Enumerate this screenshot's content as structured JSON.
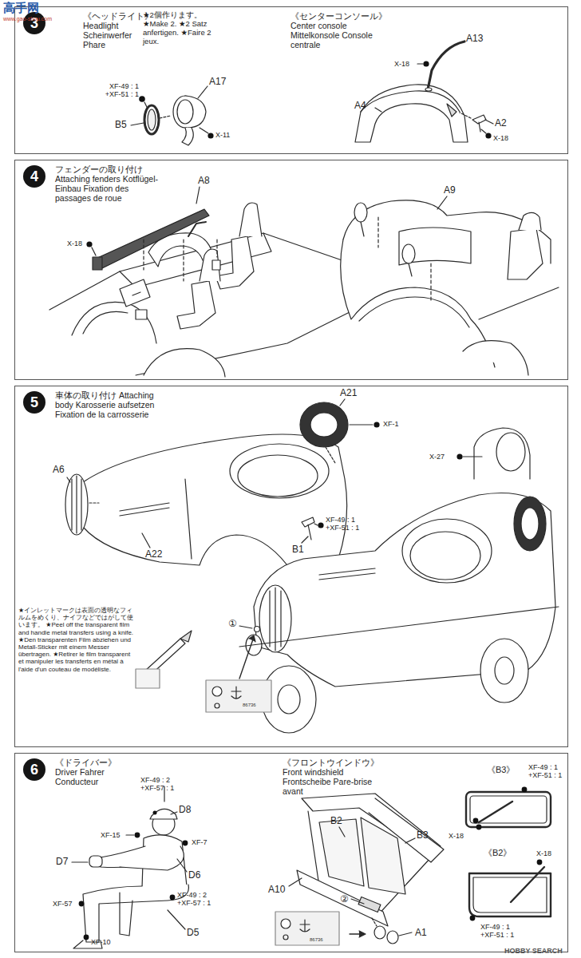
{
  "diagram": {
    "nodes": [
      {
        "text": [
          "《ヘッドライト》 Headlight Scheinwerfer Phare",
          "★2個作ります。 ★Make 2. ★2 Satz anfertigen. ★Faire 2 jeux.",
          "《センターコンソール》 Center console Mittelkonsole Console centrale"
        ]
      },
      {
        "text": [
          "3"
        ],
        "in": 0
      },
      {
        "text": [
          "フェンダーの取り付け Attaching fenders Kotflügel-Einbau Fixation des passages de roue"
        ]
      },
      {
        "text": [
          "4"
        ],
        "in": 2
      },
      {
        "text": [
          "車体の取り付け Attaching body Karosserie aufsetzen Fixation de la carrosserie",
          "★インレットマークは表面の透明なフィルムをめくり、ナイフなどではがして使います。 ★Peel off the transparent film and handle metal transfers using a knife. ★Den transparenten Film abziehen und Metall-Sticker mit einem Messer übertragen. ★Retirer le film transparent et manipuler les transferts en métal à l'aide d'un couteau de modéliste."
        ]
      },
      {
        "text": [
          "5"
        ],
        "in": 4
      },
      {
        "text": [
          "《ドライバー》 Driver Fahrer Conducteur",
          "《フロントウインドウ》 Front windshield Frontscheibe Pare-brise avant"
        ]
      },
      {
        "text": [
          "6"
        ],
        "in": 6
      }
    ],
    "labels": [
      "高手网",
      "www.gao-shou.com",
      "XF-49 : 1 +XF-51 : 1",
      "B5",
      "A17",
      "X-11",
      "A13",
      "X-18",
      "A4",
      "A2",
      "X-18",
      "A8",
      "X-18",
      "A9",
      "A21",
      "XF-1",
      "X-27",
      "A6",
      "A22",
      "B1",
      "XF-49 : 1 +XF-51 : 1",
      "①",
      "86736",
      "XF-49 : 2 +XF-57 : 1",
      "D8",
      "XF-15",
      "XF-7",
      "D7",
      "D6",
      "XF-57",
      "XF-49 : 2 +XF-57 : 1",
      "XF-10",
      "D5",
      "B2",
      "B3",
      "A10",
      "②",
      "A1",
      "《B3》",
      "XF-49 : 1 +XF-51 : 1",
      "X-18",
      "《B2》",
      "X-18",
      "XF-49 : 1 +XF-51 : 1",
      "86736",
      "HOBBY SEARCH"
    ]
  }
}
